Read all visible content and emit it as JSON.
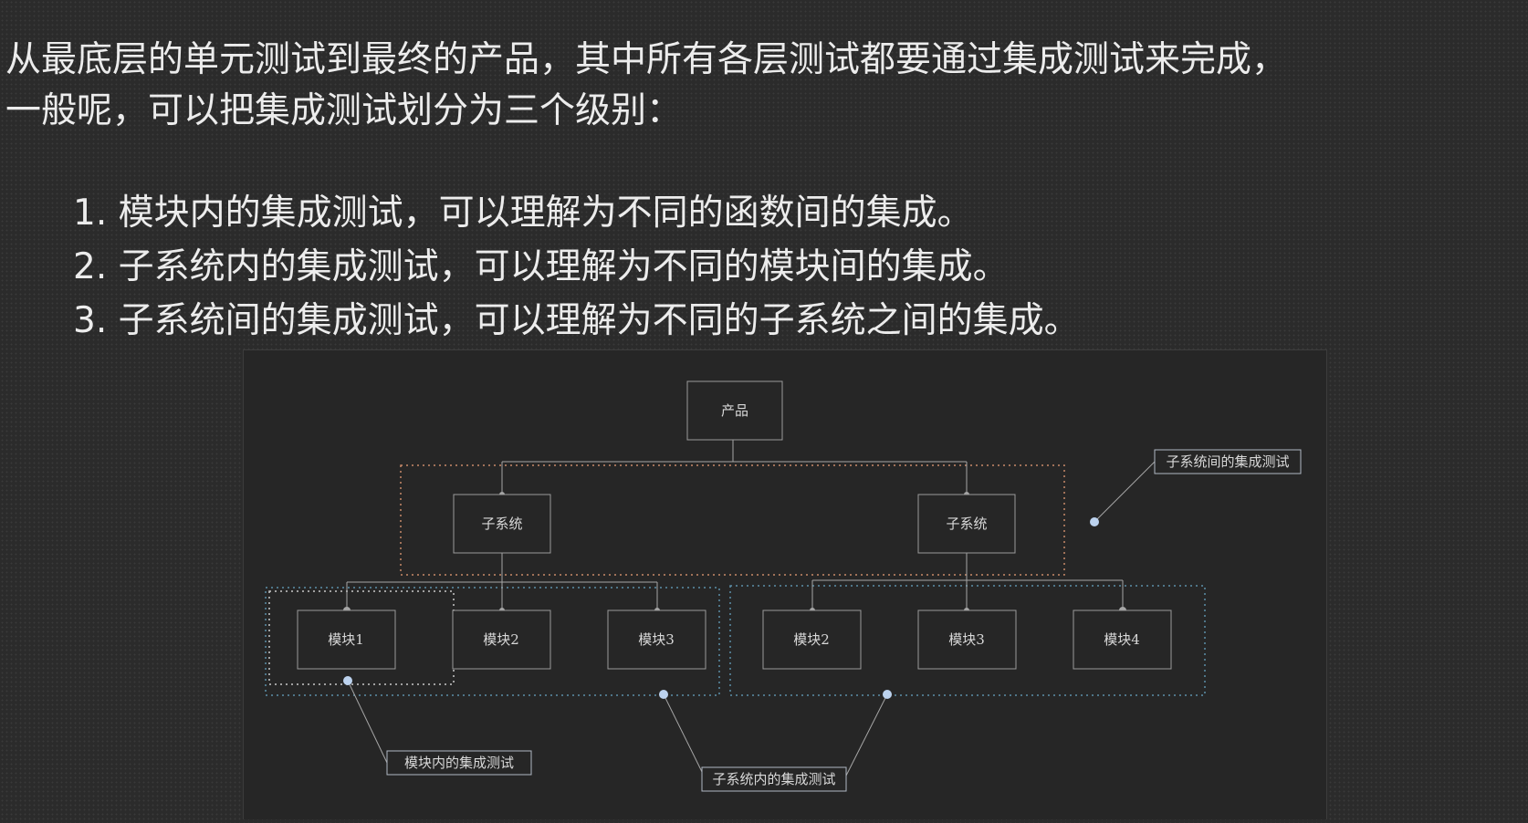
{
  "intro": {
    "line1": "从最底层的单元测试到最终的产品，其中所有各层测试都要通过集成测试来完成，",
    "line2": "一般呢，可以把集成测试划分为三个级别："
  },
  "levels": [
    "1. 模块内的集成测试，可以理解为不同的函数间的集成。",
    "2. 子系统内的集成测试，可以理解为不同的模块间的集成。",
    "3. 子系统间的集成测试，可以理解为不同的子系统之间的集成。"
  ],
  "diagram": {
    "product": "产品",
    "subsystems": [
      "子系统",
      "子系统"
    ],
    "modules_left": [
      "模块1",
      "模块2",
      "模块3"
    ],
    "modules_right": [
      "模块2",
      "模块3",
      "模块4"
    ],
    "callouts": {
      "between_subsystems": "子系统间的集成测试",
      "within_module": "模块内的集成测试",
      "within_subsystem": "子系统内的集成测试"
    },
    "colors": {
      "box_border": "#9a9a9a",
      "connector": "#a6a6a6",
      "subsystem_group_border": "#c98a68",
      "module_group_border": "#5b8fa8",
      "module1_group_border": "#c8c8c8",
      "callout_dot": "#bcd2ee"
    }
  }
}
